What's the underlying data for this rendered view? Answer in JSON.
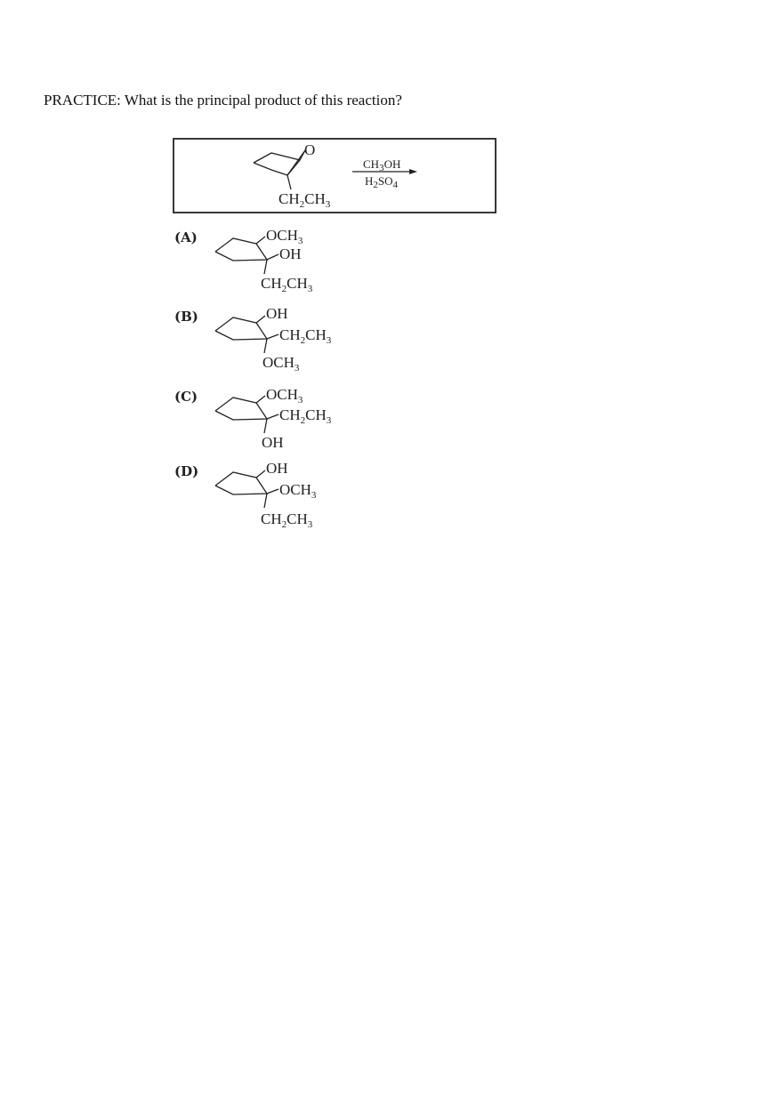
{
  "question": {
    "text": "PRACTICE: What is the principal product of this reaction?"
  },
  "reaction": {
    "substituent_main": "CH",
    "substituent_sub1": "2",
    "substituent_tail": "CH",
    "substituent_sub2": "3",
    "epoxide_oxygen": "O",
    "reagent_top": {
      "main": "CH",
      "sub": "3",
      "tail": "OH"
    },
    "reagent_bottom": {
      "main": "H",
      "sub1": "2",
      "mid": "SO",
      "sub2": "4"
    }
  },
  "options": [
    {
      "label": "(A)",
      "top": {
        "pre": "OCH",
        "sub": "3",
        "post": ""
      },
      "right": {
        "pre": "OH",
        "sub": "",
        "post": ""
      },
      "bottom": {
        "pre": "CH",
        "sub": "2",
        "post": "CH",
        "sub2": "3"
      }
    },
    {
      "label": "(B)",
      "top": {
        "pre": "OH",
        "sub": "",
        "post": ""
      },
      "right": {
        "pre": "CH",
        "sub": "2",
        "post": "CH",
        "sub2": "3"
      },
      "bottom": {
        "pre": "OCH",
        "sub": "3",
        "post": ""
      }
    },
    {
      "label": "(C)",
      "top": {
        "pre": "OCH",
        "sub": "3",
        "post": ""
      },
      "right": {
        "pre": "CH",
        "sub": "2",
        "post": "CH",
        "sub2": "3"
      },
      "bottom": {
        "pre": "OH",
        "sub": "",
        "post": ""
      }
    },
    {
      "label": "(D)",
      "top": {
        "pre": "OH",
        "sub": "",
        "post": ""
      },
      "right": {
        "pre": "OCH",
        "sub": "3",
        "post": ""
      },
      "bottom": {
        "pre": "CH",
        "sub": "2",
        "post": "CH",
        "sub2": "3"
      }
    }
  ]
}
